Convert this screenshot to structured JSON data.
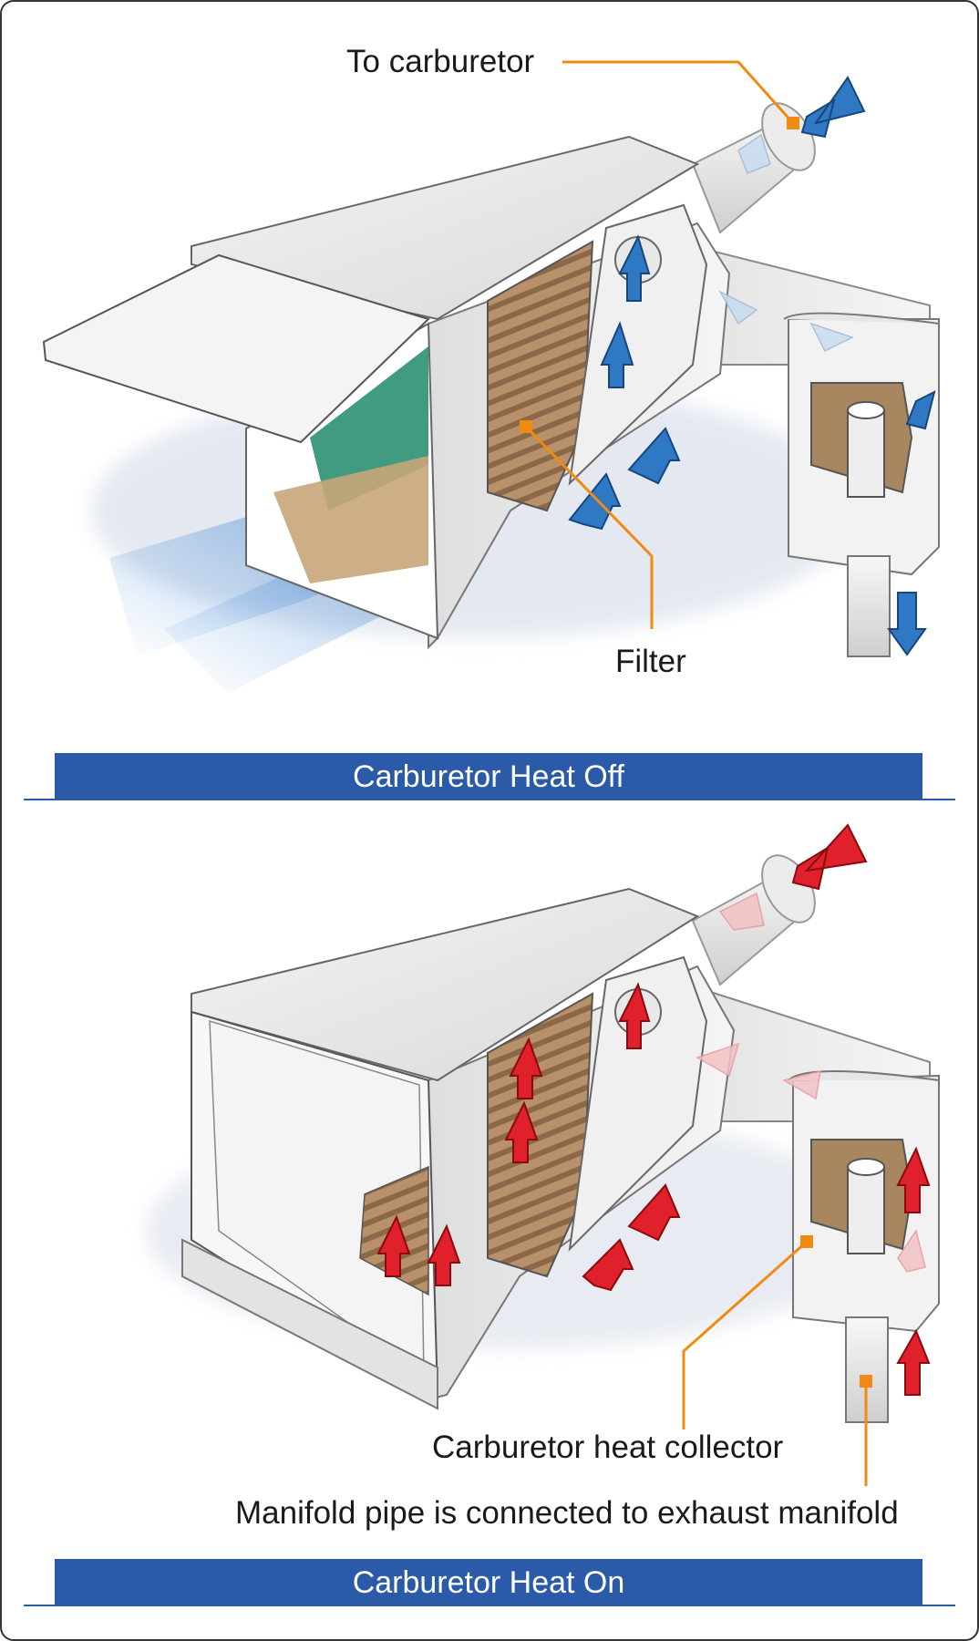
{
  "panels": [
    {
      "banner": "Carburetor Heat Off",
      "labels": {
        "to_carburetor": "To carburetor",
        "filter": "Filter"
      },
      "arrow_color": "#2f78c4"
    },
    {
      "banner": "Carburetor Heat On",
      "labels": {
        "heat_collector": "Carburetor heat collector",
        "manifold_pipe": "Manifold pipe is connected to exhaust manifold"
      },
      "arrow_color": "#e0202a"
    }
  ],
  "colors": {
    "leader_line": "#f08a12",
    "banner": "#2b5aa8",
    "filter": "#a47e5a",
    "cold_air": "#3b8fd8",
    "hot_air": "#e0202a"
  }
}
